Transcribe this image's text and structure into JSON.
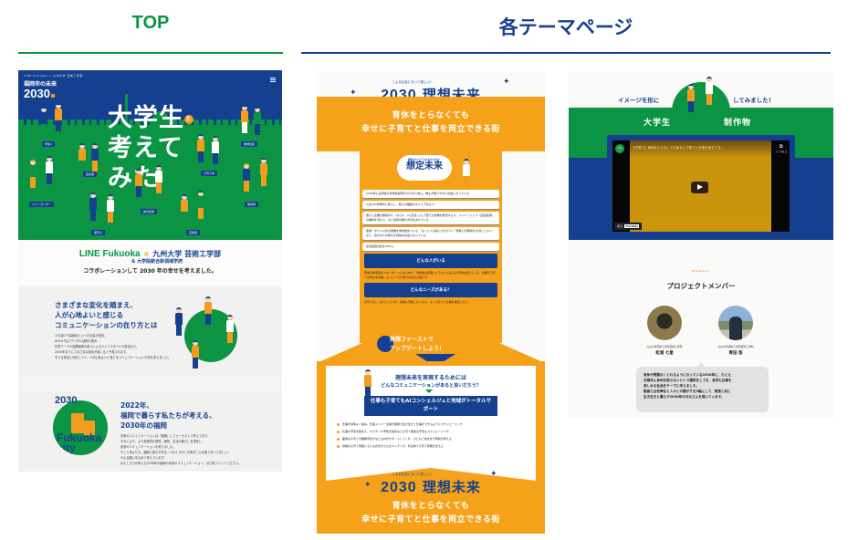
{
  "headings": {
    "top": "TOP",
    "themes": "各テーマページ"
  },
  "colors": {
    "green": "#0a9444",
    "navy": "#15408f",
    "orange": "#f5a11a",
    "accent_orange": "#f39c1d"
  },
  "top_page": {
    "logo": {
      "tagline": "LINE Fukuoka × 九州大学 芸術工学部",
      "name": "福岡市の未来",
      "year": "2030"
    },
    "menu_icon": "hamburger-icon",
    "hero_title_lines": [
      "大学生",
      "考えて",
      "みた"
    ],
    "hero_title_particle": "と",
    "people_tags": [
      "学生A",
      "会社員",
      "フリーランサー",
      "保育士",
      "飲食店員",
      "高齢者",
      "子育て中",
      "地域住民",
      "経営者",
      "店長",
      "働く親"
    ],
    "collab": {
      "line_brand": "LINE Fukuoka",
      "cross": "×",
      "university": "九州大学 芸術工学部",
      "university_sub": "& 大学院統合新領域学府",
      "statement": "コラボレーションして 2030 年の幸せを考えました。"
    },
    "section1": {
      "title_lines": [
        "さまざまな変化を踏まえ、",
        "人が心地よいと感じる",
        "コミュニケーションの在り方とは"
      ],
      "body_lines": [
        "人口減少や高齢化といった社会の変化、",
        "AIやIoTなどデジタル技術の進歩、",
        "在宅ワークや遠隔医療の導入によるライフスタイルの変化など。",
        "2030年までにさまざまな変化が起こると予想されます。",
        "そんな変化に対応しつつ、人が心地よいと感じるコミュニケーションの形を考えました。"
      ]
    },
    "section2": {
      "badge_year": "2030",
      "badge_text": "Fukuoka city",
      "title_lines": [
        "2022年、",
        "福岡で暮らす私たちが考える、",
        "2030年の福岡"
      ],
      "body_lines": [
        "未来のコミュニケーションは「福岡」にフォーカスして考えており、",
        "それにより、より具体的な環境、場所、生活の暮らしを想定し、",
        "未来のコミュニケーションを考えました。",
        "そして何よりも、福岡に暮らす学生一人ひとりがこの街がこんな街であってほしい！",
        "そんな願いを込めて考えています。",
        "わたしたちが考えた2030年の福岡の未来のコミュニケーション、ぜひ見ていってください。"
      ]
    }
  },
  "theme_page": {
    "ideal": {
      "kicker": "こんな社会になって欲しい！",
      "year": "2030",
      "year_suffix": "年",
      "label": "理想未来",
      "lines": [
        "育休をとらなくても",
        "幸せに子育てと仕事を両立できる街"
      ]
    },
    "expected": {
      "kicker": "現状だとどうなるのでは？",
      "label": "想定未来",
      "cards": [
        "2030年には男性の育休取得率を30%まで向上。誰もが取りやすい社会になっている",
        "人生100年時代に突入し、個人が複数のキャリアをもつ",
        "個人と企業の関係が1：1から1：nに変化 ジョブ型での労働を希望する人、メンバーシップ（固定雇用）の維持を望む人、など多様な働き方が生まれている",
        "金銭・ポスト以外の報酬を求め始めている 「もっと人の役に立ちたい」「家族との時間を大切にしたい」など、自分なりの幸せを目指す社会になっている",
        "女性役員割合を30%に"
      ],
      "btn_who": "どんな人がいる",
      "note_who": "男性育休取得がスタンダードになる中で、出産後の仕事にどうやって戻るか不安を抱えている。仕事や子育ての両立を目指したいという気持ちのある父親たち",
      "btn_needs": "どんなニーズがある？",
      "note_needs": "子育てもしっかりしたいが、仕事も手放したくない。よく子育てと仕事を両立したい"
    },
    "idea_first": {
      "lines": [
        "発想ファーストで",
        "アップデートしよう！"
      ]
    },
    "realize": {
      "question_l1": "理想未来を実現するためには",
      "question_l2": "どんなコミュニケーションがあると良いだろう？",
      "answer": "仕事も子育てもAIコンシェルジュと地域がトータルサポート",
      "bullets": [
        "仕事が効率よく進み、仕事メンバー全員が柔軟で生き生きと仕事ができるようにスケジューリング",
        "仕事の予定を踏まえ、ワクチンや予防の適切など子育て関連の予定もスケジューリング",
        "面倒な子育ての書類手続きなどはAIがサポートしてくれ、子どもと向き合う時間が増える",
        "地域の子育て家族と子どもが好きさんをマッチング。町全体で子育て家族を支える"
      ]
    },
    "ideal_footer": {
      "kicker": "こんな社会になって欲しい！",
      "year": "2030",
      "label": "理想未来",
      "lines": [
        "育休をとらなくても",
        "幸せに子育てと仕事を両立できる街"
      ]
    }
  },
  "product_page": {
    "caption_left": "イメージを形に",
    "caption_right": "してみました！",
    "heading_left": "大学生",
    "heading_right": "制作物",
    "video": {
      "channel_badge": "LINE",
      "title": "【子育て】育休をとらなくても幸せに子育てと仕事を両立でき…",
      "copy_label": "リンクをコ",
      "watch_on": "見る",
      "platform": "YouTube"
    },
    "members_label": "Member",
    "members_title": "プロジェクトメンバー",
    "members": [
      {
        "affiliation": "九州大学芸術工学部芸術工学科",
        "name": "松浦 七星"
      },
      {
        "affiliation": "九州大学芸術工学部芸術工学科",
        "name": "青田 悠"
      }
    ],
    "description_lines": [
      "育休が問題なくとれるようになっている2030年に、たとえ",
      "夫婦共に育休を取らないという選択をしても、育児も仕事も",
      "楽しめる社会をテーマに考えました。",
      "動画では効率化と人々との繋がりを3軸にして、家族と共に",
      "生き生きと暮らす2030年のお父さんを描いています。"
    ]
  }
}
